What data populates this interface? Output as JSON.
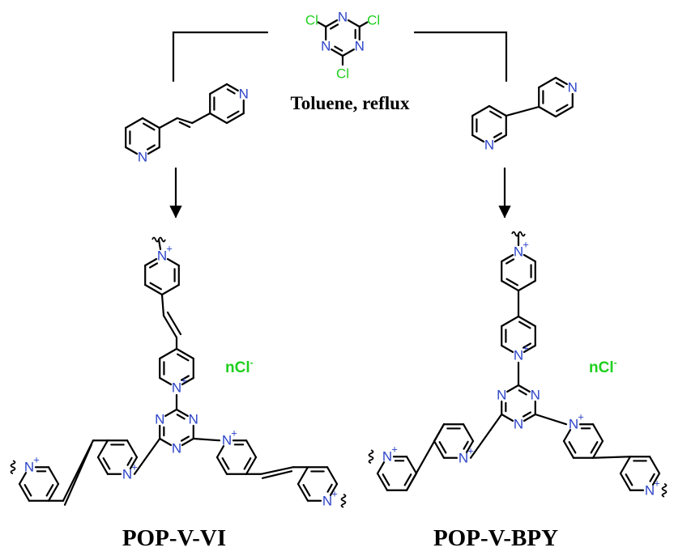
{
  "reaction": {
    "conditions": "Toluene, reflux",
    "reagent_atoms": {
      "cl": "Cl",
      "n": "N"
    }
  },
  "products": {
    "left": {
      "title": "POP-V-VI",
      "counterion": "nCl",
      "counterion_sup": "-"
    },
    "right": {
      "title": "POP-V-BPY",
      "counterion": "nCl",
      "counterion_sup": "-"
    }
  },
  "atom_labels": {
    "nitrogen": "N",
    "charge": "+"
  },
  "colors": {
    "nitrogen": "#2c44c8",
    "chlorine": "#1ed01e",
    "bond": "#000000"
  }
}
